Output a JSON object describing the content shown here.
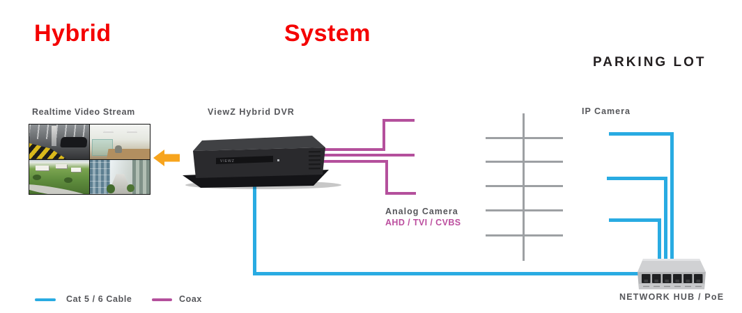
{
  "title": {
    "left_word": "Hybrid",
    "right_word": "System"
  },
  "zone_label": "PARKING LOT",
  "nodes": {
    "video_stream_label": "Realtime Video Stream",
    "dvr_label": "ViewZ Hybrid DVR",
    "ip_camera_label": "IP Camera",
    "analog_camera_label": "Analog Camera",
    "analog_formats_label": "AHD / TVI / CVBS",
    "network_hub_label": "NETWORK HUB / PoE"
  },
  "dvr": {
    "front_logo": "VIEWZ"
  },
  "legend": {
    "cat5_label": "Cat 5 / 6 Cable",
    "coax_label": "Coax"
  },
  "video_wall_feeds": [
    "parking-garage",
    "office-interior",
    "aerial-neighborhood",
    "building-exterior"
  ],
  "connections": [
    {
      "from": "ViewZ Hybrid DVR",
      "to": "Analog Camera (AHD / TVI / CVBS)",
      "cable": "Coax",
      "branches": 3
    },
    {
      "from": "ViewZ Hybrid DVR",
      "to": "NETWORK HUB / PoE",
      "cable": "Cat 5 / 6 Cable",
      "branches": 1
    },
    {
      "from": "NETWORK HUB / PoE",
      "to": "IP Camera",
      "cable": "Cat 5 / 6 Cable",
      "branches": 3
    },
    {
      "from": "ViewZ Hybrid DVR",
      "to": "Realtime Video Stream",
      "cable": "display-output",
      "branches": 1
    }
  ],
  "colors": {
    "title_red": "#f40000",
    "label_gray": "#55565a",
    "zone_dark": "#231f20",
    "cat5_cyan": "#29abe2",
    "coax_magenta": "#b4509c",
    "analog_text_magenta": "#bc4f9f",
    "arrow_orange": "#f7a41d",
    "street_gray": "#9da0a3"
  }
}
